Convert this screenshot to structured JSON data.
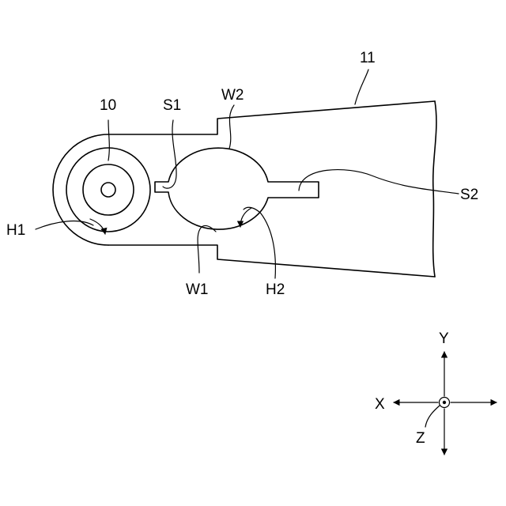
{
  "labels": {
    "part_10": "10",
    "part_11": "11",
    "s1": "S1",
    "s2": "S2",
    "w1": "W1",
    "w2": "W2",
    "h1": "H1",
    "h2": "H2"
  },
  "axes": {
    "x": "X",
    "y": "Y",
    "z": "Z"
  }
}
